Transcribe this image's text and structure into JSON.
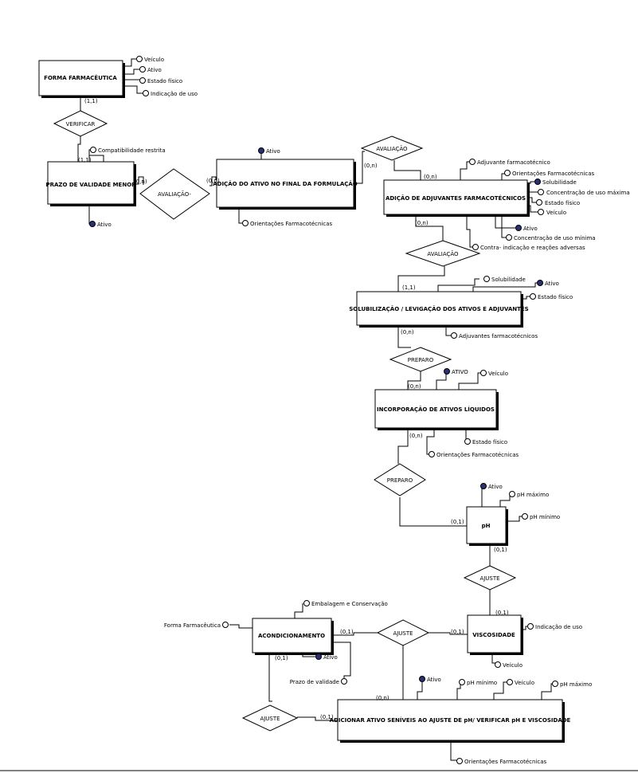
{
  "entities": {
    "e1": "FORMA FARMACÊUTICA",
    "e2": "PRAZO DE VALIDADE MENOR",
    "e3": "ADIÇÃO DO ATIVO NO FINAL DA FORMULAÇÃO",
    "e4": "ADIÇÃO DE ADJUVANTES FARMACOTÉCNICOS",
    "e5": "SOLUBILIZAÇÃO / LEVIGAÇÃO DOS ATIVOS E ADJUVANTES",
    "e6": "INCORPORAÇÃO DE ATIVOS LÍQUIDOS",
    "e7": "pH",
    "e8": "VISCOSIDADE",
    "e9": "ACONDICIONAMENTO",
    "e10": "ADICIONAR ATIVO  SENÍVEIS AO AJUSTE DE pH/ VERIFICAR pH E VISCOSIDADE"
  },
  "relationships": {
    "r1": "VERIFICAR",
    "r2": "AVALIAÇÃO-",
    "r3": "AVALIAÇÃO",
    "r4": "AVALIAÇÃO",
    "r5": "PREPARO",
    "r6": "PREPARO",
    "r7": "AJUSTE",
    "r8": "AJUSTE",
    "r9": "AJUSTE"
  },
  "attributes": {
    "a1": {
      "label": "Veículo",
      "key": false
    },
    "a2": {
      "label": "Ativo",
      "key": false
    },
    "a3": {
      "label": "Estado físico",
      "key": false
    },
    "a4": {
      "label": "Indicação de uso",
      "key": false
    },
    "a5": {
      "label": "Compatibilidade restrita",
      "key": false
    },
    "a6": {
      "label": "Ativo",
      "key": true
    },
    "a7": {
      "label": "Ativo",
      "key": true
    },
    "a8": {
      "label": "Orientações Farmacotécnicas",
      "key": false
    },
    "a9": {
      "label": "Adjuvante farmacotécnico",
      "key": false
    },
    "a10": {
      "label": "Orientações Farmacotécnicas",
      "key": false
    },
    "a11": {
      "label": "Solubilidade",
      "key": true
    },
    "a12": {
      "label": "Concentração de uso máxima",
      "key": false
    },
    "a13": {
      "label": "Estado físico",
      "key": false
    },
    "a14": {
      "label": "Veículo",
      "key": false
    },
    "a15": {
      "label": "Ativo",
      "key": true
    },
    "a16": {
      "label": "Concentração de uso mínima",
      "key": false
    },
    "a17": {
      "label": "Contra- indicação e reações adversas",
      "key": false
    },
    "a18": {
      "label": "Solubilidade",
      "key": false
    },
    "a19": {
      "label": "Ativo",
      "key": true
    },
    "a20": {
      "label": "Estado físico",
      "key": false
    },
    "a21": {
      "label": "Adjuvantes farmacotécnicos",
      "key": false
    },
    "a22": {
      "label": "ATIVO",
      "key": true
    },
    "a23": {
      "label": "Veículo",
      "key": false
    },
    "a24": {
      "label": "Estado físico",
      "key": false
    },
    "a25": {
      "label": "Orientações Farmacotécnicas",
      "key": false
    },
    "a26": {
      "label": "Ativo",
      "key": true
    },
    "a27": {
      "label": "pH máximo",
      "key": false
    },
    "a28": {
      "label": "pH mínimo",
      "key": false
    },
    "a29": {
      "label": "Indicação de uso",
      "key": false
    },
    "a30": {
      "label": "Veículo",
      "key": false
    },
    "a31": {
      "label": "Embalagem e Conservação",
      "key": false
    },
    "a32": {
      "label": "Forma Farmacêutica",
      "key": false
    },
    "a33": {
      "label": "Ativo",
      "key": true
    },
    "a34": {
      "label": "Prazo de validade",
      "key": false
    },
    "a35": {
      "label": "Ativo",
      "key": true
    },
    "a36": {
      "label": "pH mínimo",
      "key": false
    },
    "a37": {
      "label": "Veículo",
      "key": false
    },
    "a38": {
      "label": "pH máximo",
      "key": false
    },
    "a39": {
      "label": "Orientações Farmacotécnicas",
      "key": false
    }
  },
  "cardinalities": {
    "c1": "(1,1)",
    "c2": "(1,1)",
    "c3": "(0,n)",
    "c4": "(0,n)",
    "c5": "(0,n)",
    "c6": "(0,n)",
    "c7": "(0,n)",
    "c8": "(1,1)",
    "c9": "(0,n)",
    "c10": "(0,n)",
    "c11": "(0,n)",
    "c12": "(0,1)",
    "c13": "(0,1)",
    "c14": "(0,1)",
    "c15": "(0,1)",
    "c16": "(0,1)",
    "c17": "(0,1)",
    "c18": "(0,n)",
    "c19": "(0,1)"
  },
  "colors": {
    "key_attribute": "#2b2f74",
    "line": "#000000",
    "background": "#ffffff"
  }
}
